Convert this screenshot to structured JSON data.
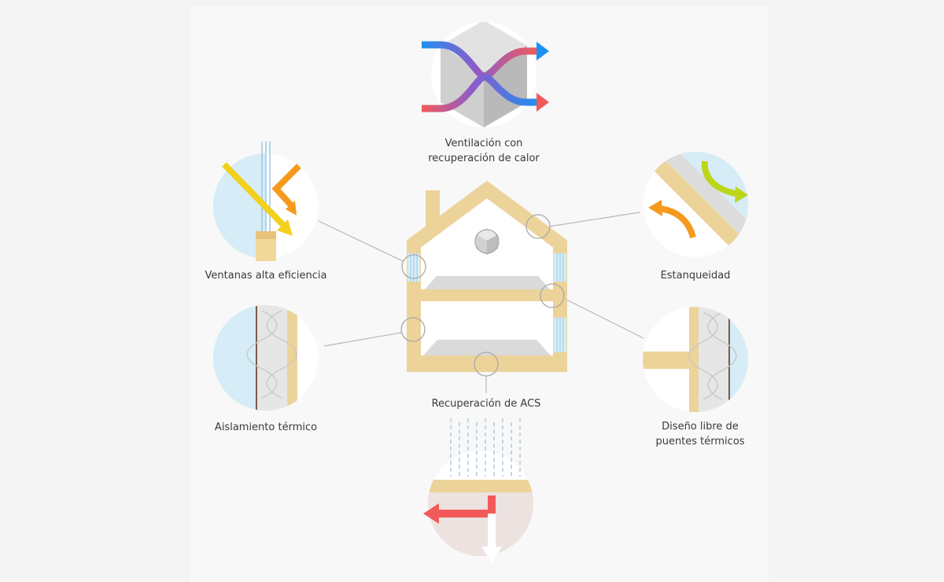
{
  "labels": {
    "ventilation": {
      "line1": "Ventilación con",
      "line2": "recuperación de calor"
    },
    "windows": "Ventanas alta eficiencia",
    "airtightness": "Estanqueidad",
    "insulation": "Aislamiento térmico",
    "thermal_bridges": {
      "line1": "Diseño libre de",
      "line2": "puentes térmicos"
    },
    "acs_recovery": "Recuperación de ACS"
  },
  "colors": {
    "background": "#f4f4f4",
    "wood": "#ecd39a",
    "glass": "#d6ecf7",
    "cold_air": "#1e90f0",
    "warm_air": "#f25a5a",
    "orange": "#f59a1c",
    "yellow": "#f2d01e",
    "lime": "#bcd61a",
    "connector": "#b8b8b8"
  },
  "icons": {
    "ventilation": "heat-exchanger-icon",
    "windows": "window-glazing-icon",
    "airtightness": "airtight-layer-icon",
    "insulation": "insulation-wall-icon",
    "thermal_bridges": "thermal-bridge-icon",
    "acs_recovery": "hot-water-recovery-icon"
  }
}
